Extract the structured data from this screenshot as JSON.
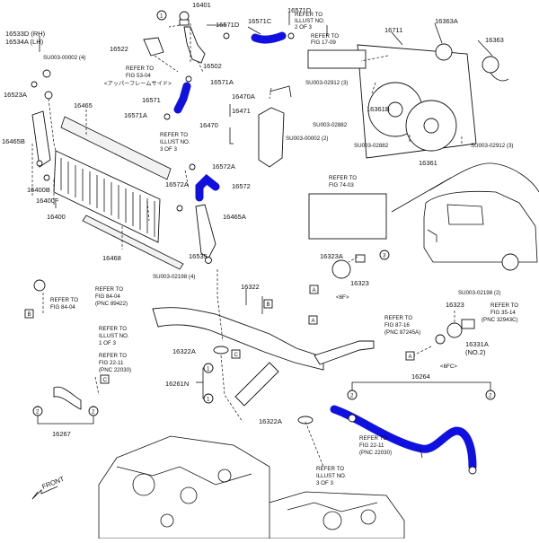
{
  "colors": {
    "line": "#111111",
    "highlight_hose": "#1010e0",
    "background": "#ffffff"
  },
  "part_numbers": {
    "p16401": "16401",
    "p16533d": "16533D (RH)",
    "p16534a": "16534A (LH)",
    "p16522": "16522",
    "p16571d_a": "16571D",
    "p16571c": "16571C",
    "p16571d_b": "16571D",
    "p16363a": "16363A",
    "p16711": "16711",
    "p16363": "16363",
    "p16502": "16502",
    "p16571a_a": "16571A",
    "p16523a": "16523A",
    "p16571": "16571",
    "p16465": "16465",
    "p16470a": "16470A",
    "p16471": "16471",
    "p16470": "16470",
    "p16361b": "16361B",
    "p16571a_b": "16571A",
    "p16465b": "16465B",
    "p16572a_a": "16572A",
    "p16361": "16361",
    "p16400b": "16400B",
    "p16400f": "16400F",
    "p16400": "16400",
    "p16572a_b": "16572A",
    "p16572": "16572",
    "p16465a": "16465A",
    "p16468": "16468",
    "p16535": "16535",
    "p16323a": "16323A",
    "p16323_a": "16323",
    "p16322": "16322",
    "p16323_b": "16323",
    "p16331a": "16331A",
    "p16322a_a": "16322A",
    "p16261n": "16261N",
    "p16264": "16264",
    "p16322a_b": "16322A",
    "p16267": "16267",
    "p16331a_note": "(NO.2)"
  },
  "bolt_codes": {
    "b1": "SU003-00002 (4)",
    "b2": "SU003-02912 (3)",
    "b3": "SU003-02882",
    "b4": "SU003-00002 (2)",
    "b5": "SU003-02882",
    "b6": "SU003-02912 (3)",
    "b7": "SU003-02198 (4)",
    "b8": "SU003-02198 (2)"
  },
  "references": {
    "r1_l1": "REFER TO",
    "r1_l2": "FIG 53-04",
    "r1_l3": "<アッパーフレームサイド>",
    "r2_l1": "REFER TO",
    "r2_l2": "ILLUST NO.",
    "r2_l3": "2 OF 3",
    "r3_l1": "REFER TO",
    "r3_l2": "FIG 17-09",
    "r4_l1": "REFER TO",
    "r4_l2": "ILLUST NO.",
    "r4_l3": "3 OF 3",
    "r5_l1": "REFER TO",
    "r5_l2": "FIG 74-03",
    "r6_l1": "REFER TO",
    "r6_l2": "FIG 84-04",
    "r6_l3": "(PNC 89422)",
    "r7_l1": "REFER TO",
    "r7_l2": "FIG 84-04",
    "r8_l1": "REFER TO",
    "r8_l2": "ILLUST NO.",
    "r8_l3": "1 OF 3",
    "r9_l1": "REFER TO",
    "r9_l2": "FIG 87-16",
    "r9_l3": "(PNC 87245A)",
    "r10_l1": "REFER TO",
    "r10_l2": "FIG 35-14",
    "r10_l3": "(PNC 32943C)",
    "r11_l1": "REFER TO",
    "r11_l2": "FIG 22-11",
    "r11_l3": "(PNC 22030)",
    "r12_l1": "REFER TO",
    "r12_l2": "FIG 22-11",
    "r12_l3": "(PNC 22030)",
    "r13_l1": "REFER TO",
    "r13_l2": "ILLUST NO.",
    "r13_l3": "3 OF 3"
  },
  "notes": {
    "n6f": "<6F>",
    "n6fc": "<6FC>",
    "front": "FRONT"
  },
  "callouts": {
    "c1": "1",
    "c2": "2",
    "c3": "3",
    "cA": "A",
    "cB": "B",
    "cC": "C"
  }
}
